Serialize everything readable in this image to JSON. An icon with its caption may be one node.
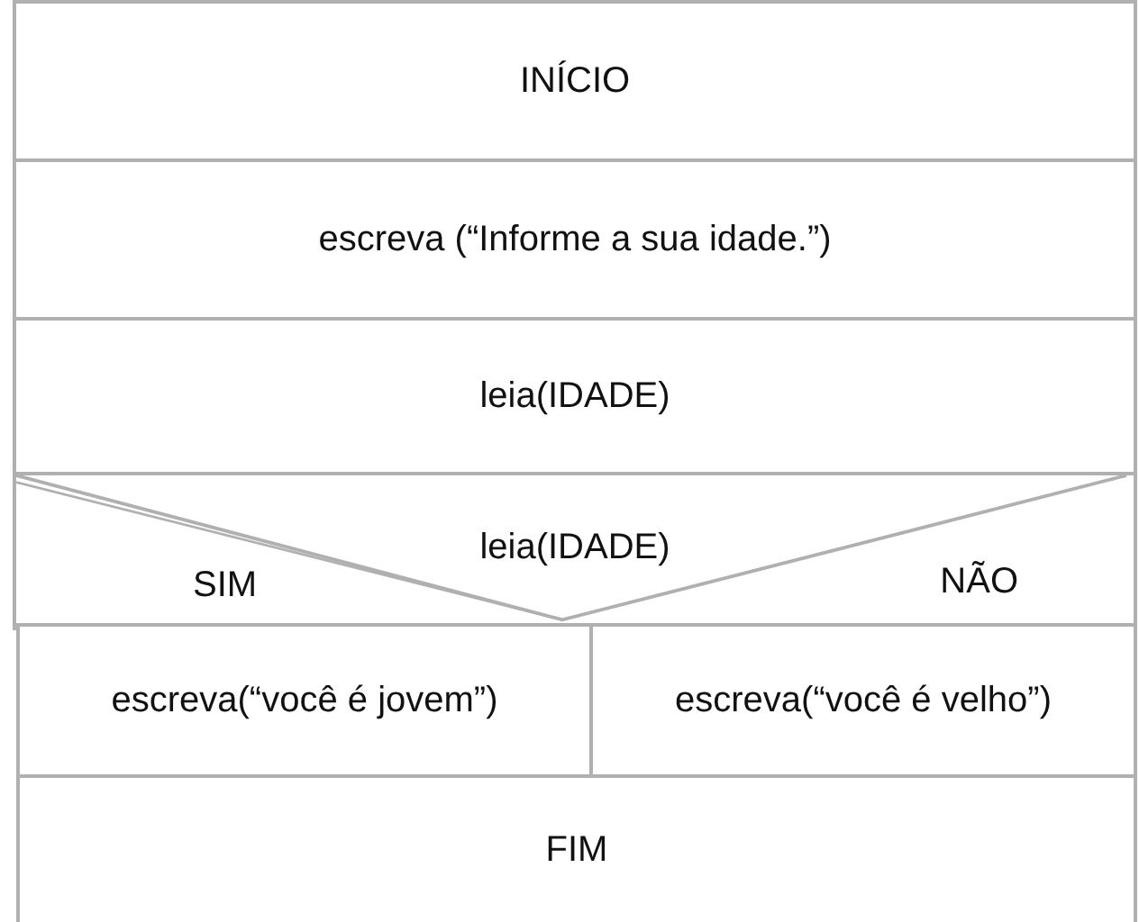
{
  "diagram": {
    "nodes": [
      {
        "text": [
          "INÍCIO"
        ]
      },
      {
        "text": [
          "escreva (“Informe a sua idade.”)"
        ]
      },
      {
        "text": [
          "leia(IDADE)"
        ]
      },
      {
        "text": [
          "leia(IDADE)",
          "SIM",
          "NÃO"
        ]
      },
      {
        "text": [
          "escreva(“você é jovem”)"
        ]
      },
      {
        "text": [
          "escreva(“você é velho”)"
        ]
      },
      {
        "text": [
          "FIM"
        ]
      }
    ]
  }
}
